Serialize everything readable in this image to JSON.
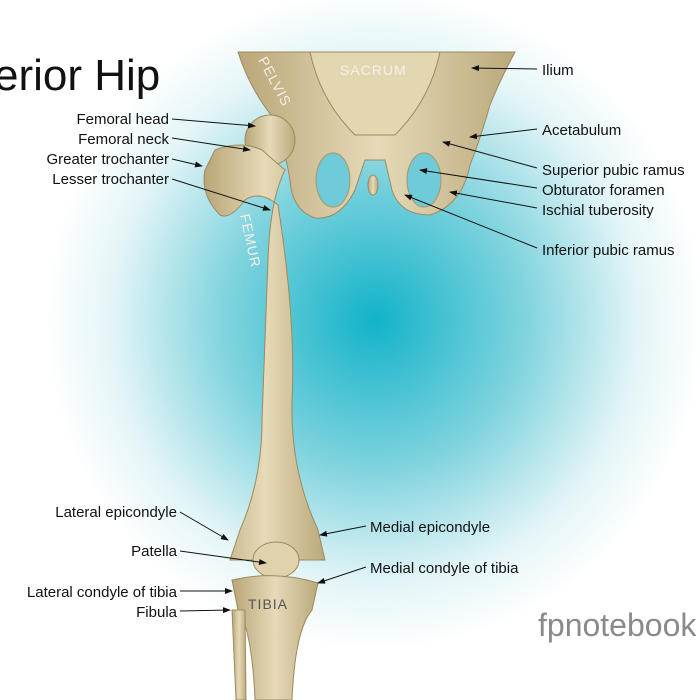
{
  "title": "erior Hip",
  "watermark": "fpnotebook",
  "bone_labels": {
    "pelvis": "PELVIS",
    "sacrum": "SACRUM",
    "femur": "FEMUR",
    "tibia": "TIBIA"
  },
  "left_labels": [
    "Femoral head",
    "Femoral neck",
    "Greater trochanter",
    "Lesser trochanter",
    "Lateral epicondyle",
    "Patella",
    "Lateral condyle of tibia",
    "Fibula"
  ],
  "right_labels": [
    "Ilium",
    "Acetabulum",
    "Superior pubic ramus",
    "Obturator foramen",
    "Ischial tuberosity",
    "Inferior pubic ramus",
    "Medial epicondyle",
    "Medial condyle of tibia"
  ],
  "colors": {
    "background_center": "#1fb4c8",
    "bone": "#d8c8a0",
    "text": "#111111",
    "watermark": "#8a8a8a"
  }
}
